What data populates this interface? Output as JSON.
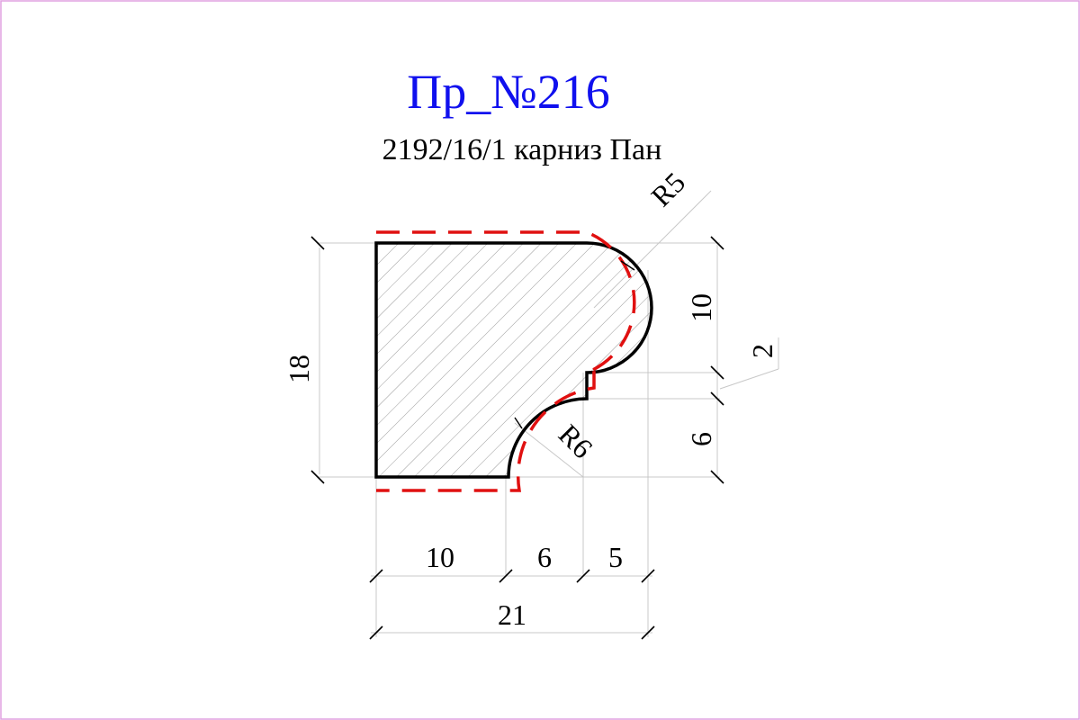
{
  "title": "Пр_№216",
  "subtitle": "2192/16/1 карниз Пан",
  "dimensions": {
    "height_total": "18",
    "right_upper": "10",
    "right_step": "2",
    "right_lower": "6",
    "radius_top": "R5",
    "radius_bottom": "R6",
    "bottom_seg1": "10",
    "bottom_seg2": "6",
    "bottom_seg3": "5",
    "bottom_total": "21"
  },
  "colors": {
    "title": "#1010ee",
    "profile_outline": "#000000",
    "offset_dash": "#e01010",
    "hatch": "#9a9a9a",
    "frame": "#e0a0e0"
  }
}
